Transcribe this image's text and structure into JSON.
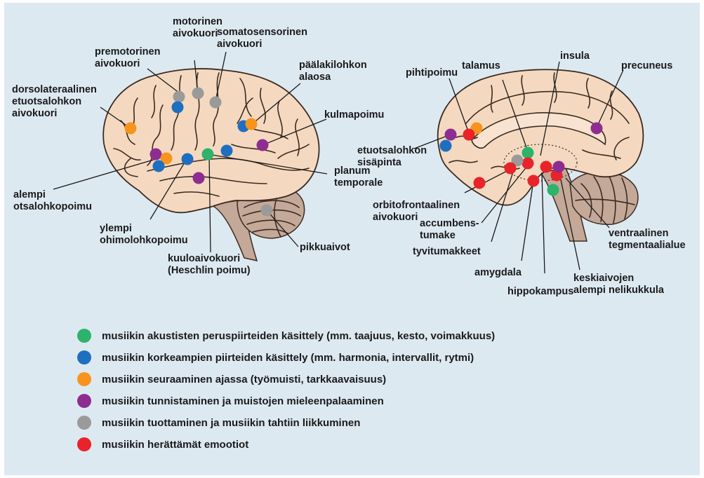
{
  "colors": {
    "green": "#2db36a",
    "blue": "#1f6fc0",
    "orange": "#f7941d",
    "purple": "#8e2d91",
    "gray": "#9a9a9a",
    "red": "#e8232a",
    "brain": "#f4d9c0",
    "cerebellum": "#c4a898",
    "background": "#dde9f1"
  },
  "labels_left": {
    "motorinen": [
      "motorinen",
      "aivokuori"
    ],
    "somatosensorinen": [
      "somatosensorinen",
      "aivokuori"
    ],
    "premotorinen": [
      "premotorinen",
      "aivokuori"
    ],
    "paalakilohkon": [
      "päälakilohkon",
      "alaosa"
    ],
    "dorsolateraalinen": [
      "dorsolateraalinen",
      "etuotsalohkon",
      "aivokuori"
    ],
    "kulmapoimu": [
      "kulmapoimu"
    ],
    "planum": [
      "planum",
      "temporale"
    ],
    "alempi": [
      "alempi",
      "otsalohkopoimu"
    ],
    "ylempi": [
      "ylempi",
      "ohimolohkopoimu"
    ],
    "kuuloaivokuori": [
      "kuuloaivokuori",
      "(Heschlin poimu)"
    ],
    "pikkuaivot": [
      "pikkuaivot"
    ]
  },
  "labels_right": {
    "talamus": [
      "talamus"
    ],
    "insula": [
      "insula"
    ],
    "precuneus": [
      "precuneus"
    ],
    "pihtipoimu": [
      "pihtipoimu"
    ],
    "etuotsalohkon": [
      "etuotsalohkon",
      "sisäpinta"
    ],
    "orbitofrontaalinen": [
      "orbitofrontaalinen",
      "aivokuori"
    ],
    "accumbens": [
      "accumbens-",
      "tumake"
    ],
    "tyvitumakkeet": [
      "tyvitumakkeet"
    ],
    "amygdala": [
      "amygdala"
    ],
    "hippokampus": [
      "hippokampus"
    ],
    "keskiaivojen": [
      "keskiaivojen",
      "alempi nelikukkula"
    ],
    "ventraalinen": [
      "ventraalinen",
      "tegmentaalialue"
    ]
  },
  "legend": [
    {
      "color": "green",
      "text": "musiikin akustisten peruspiirteiden käsittely (mm. taajuus, kesto, voimakkuus)"
    },
    {
      "color": "blue",
      "text": "musiikin korkeampien piirteiden käsittely (mm. harmonia, intervallit, rytmi)"
    },
    {
      "color": "orange",
      "text": "musiikin seuraaminen ajassa (työmuisti, tarkkaavaisuus)"
    },
    {
      "color": "purple",
      "text": "musiikin tunnistaminen ja muistojen mieleenpalaaminen"
    },
    {
      "color": "gray",
      "text": "musiikin tuottaminen ja musiikin tahtiin liikkuminen"
    },
    {
      "color": "red",
      "text": "musiikin herättämät emootiot"
    }
  ]
}
